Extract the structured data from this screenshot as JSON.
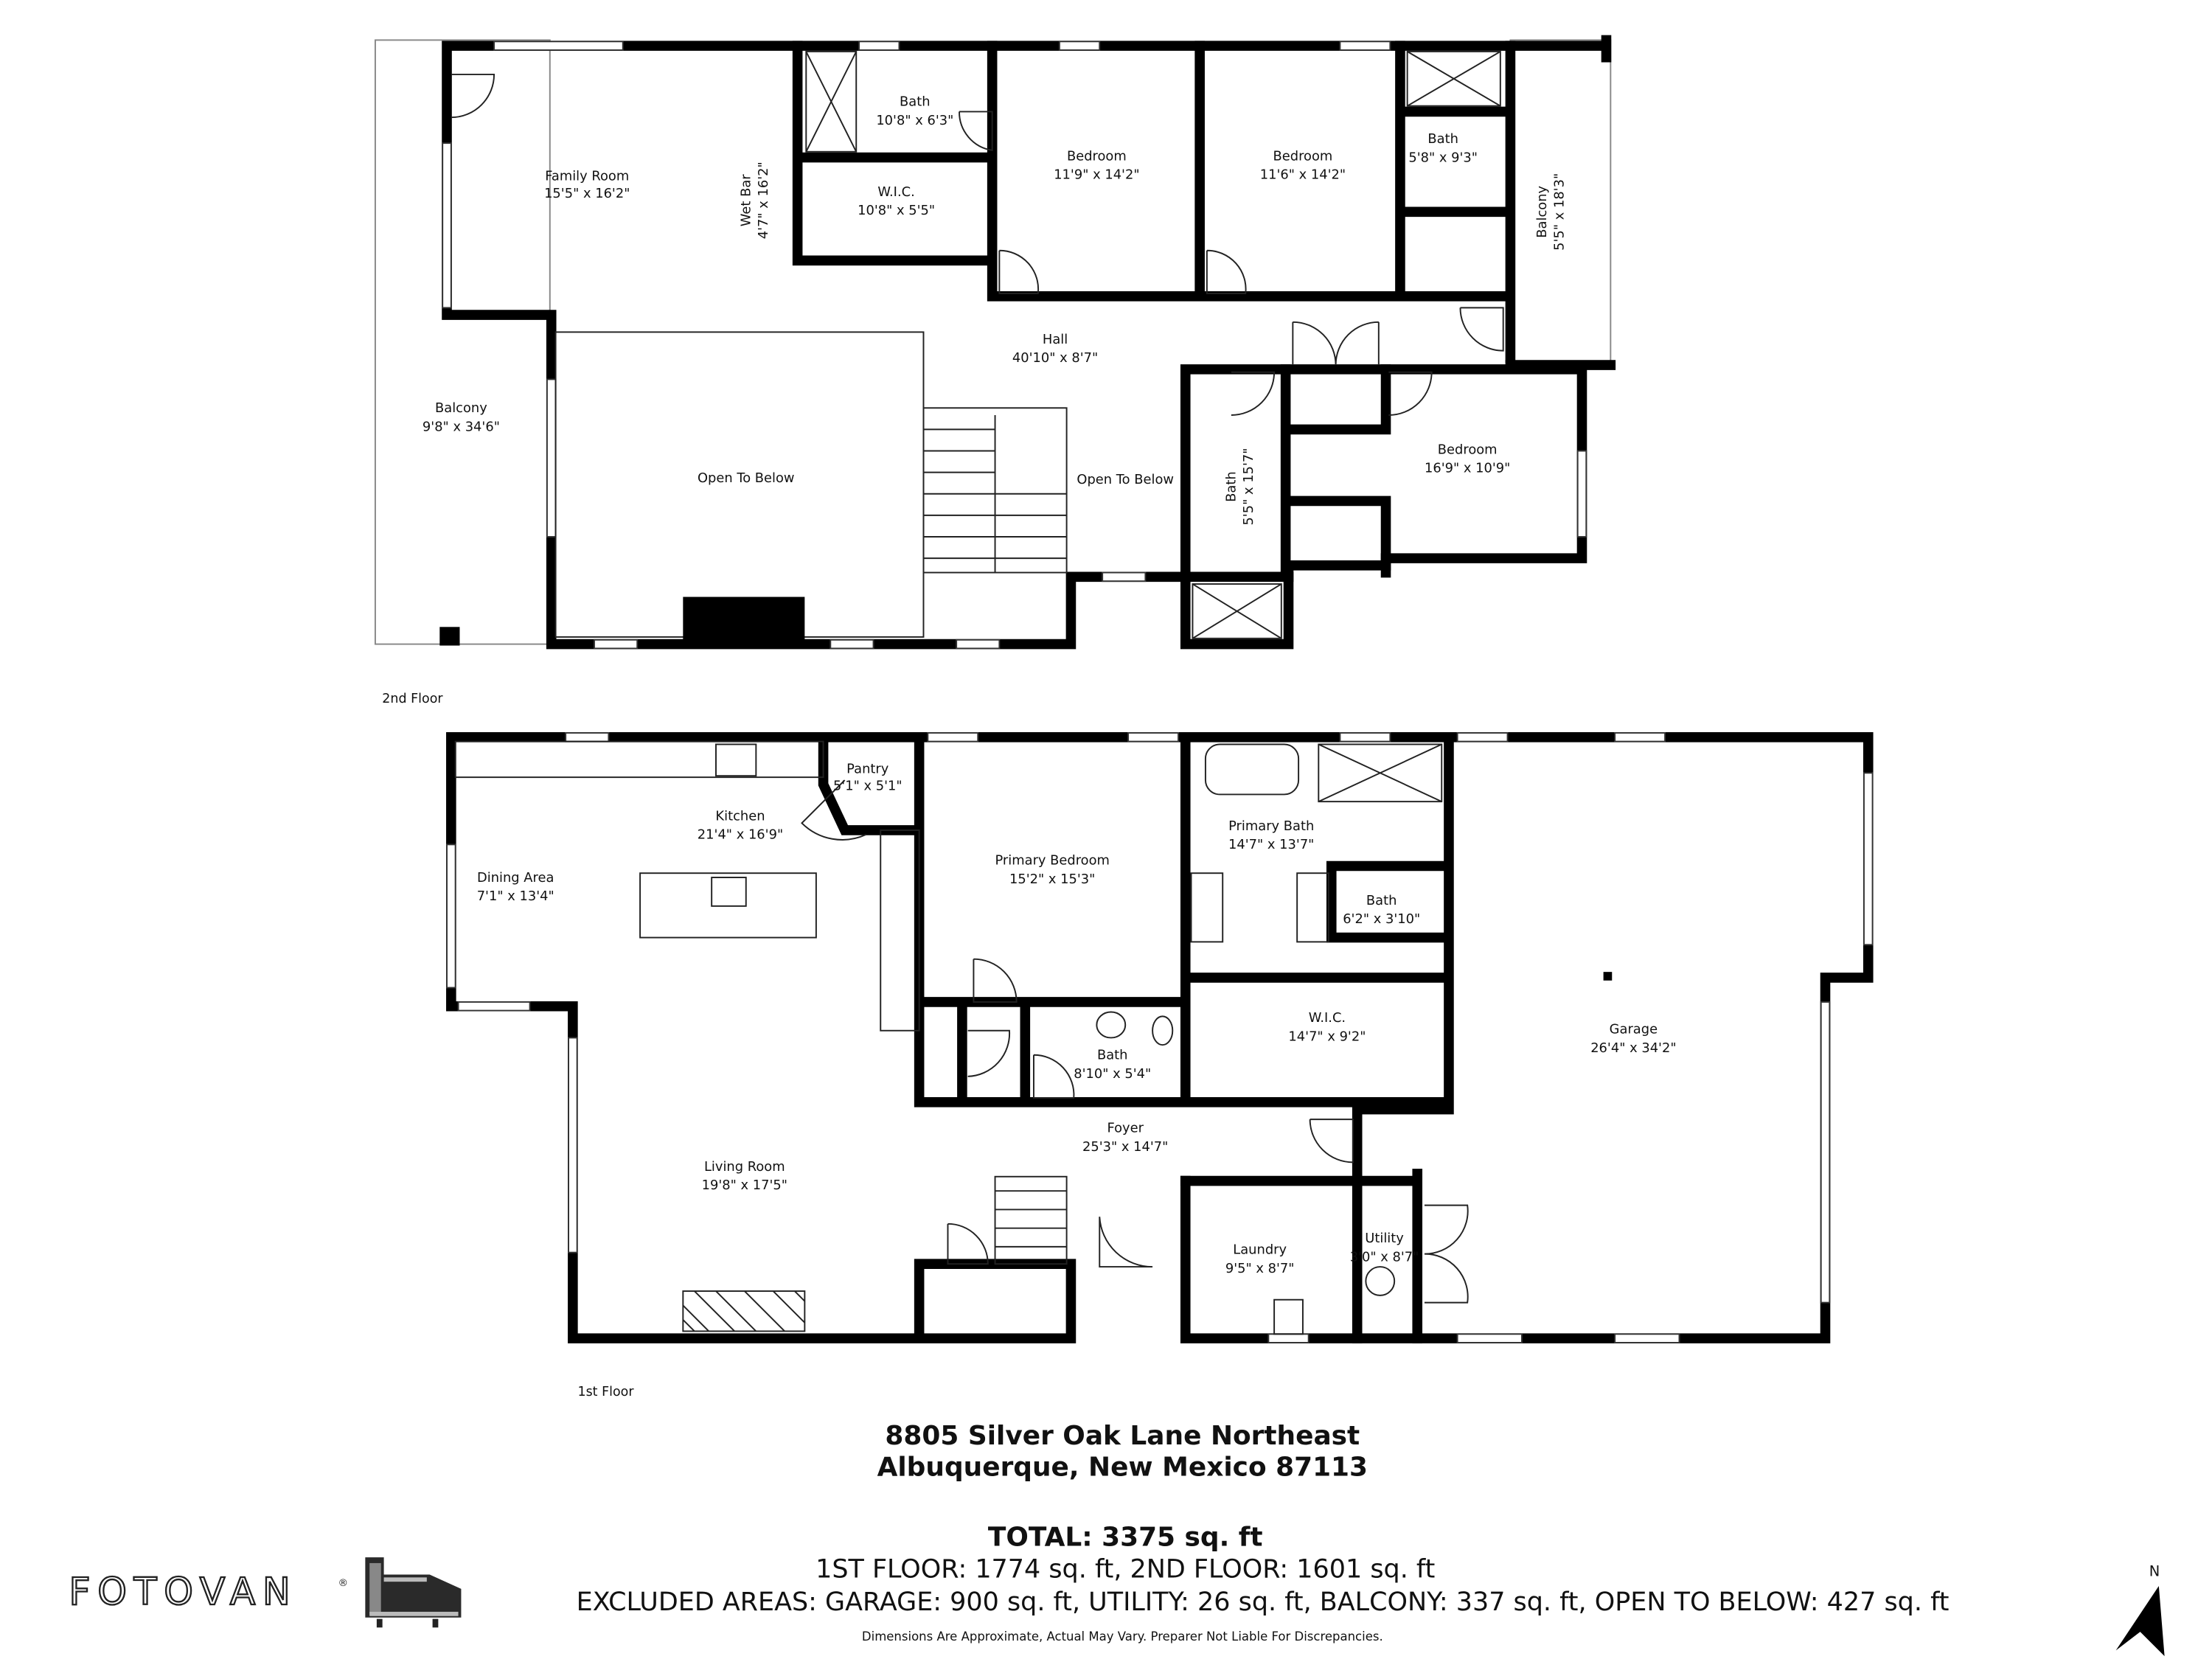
{
  "floors": {
    "second": {
      "label": "2nd Floor",
      "rooms": [
        {
          "name": "Family Room",
          "dims": "15'5\" x 16'2\""
        },
        {
          "name": "Wet Bar",
          "dims": "4'7\" x 16'2\""
        },
        {
          "name": "Bath",
          "dims": "10'8\" x 6'3\""
        },
        {
          "name": "W.I.C.",
          "dims": "10'8\" x 5'5\""
        },
        {
          "name": "Bedroom",
          "dims": "11'9\" x 14'2\""
        },
        {
          "name": "Bedroom",
          "dims": "11'6\" x 14'2\""
        },
        {
          "name": "Bath",
          "dims": "5'8\" x 9'3\""
        },
        {
          "name": "Balcony",
          "dims": "5'5\" x 18'3\""
        },
        {
          "name": "Hall",
          "dims": "40'10\" x 8'7\""
        },
        {
          "name": "Balcony",
          "dims": "9'8\" x 34'6\""
        },
        {
          "name": "Open To Below",
          "dims": ""
        },
        {
          "name": "Open To Below",
          "dims": ""
        },
        {
          "name": "Bath",
          "dims": "5'5\" x 15'7\""
        },
        {
          "name": "Bedroom",
          "dims": "16'9\" x 10'9\""
        }
      ]
    },
    "first": {
      "label": "1st Floor",
      "rooms": [
        {
          "name": "Pantry",
          "dims": "5'1\" x 5'1\""
        },
        {
          "name": "Kitchen",
          "dims": "21'4\" x 16'9\""
        },
        {
          "name": "Dining Area",
          "dims": "7'1\" x 13'4\""
        },
        {
          "name": "Primary Bedroom",
          "dims": "15'2\" x 15'3\""
        },
        {
          "name": "Primary Bath",
          "dims": "14'7\" x 13'7\""
        },
        {
          "name": "Bath",
          "dims": "6'2\" x 3'10\""
        },
        {
          "name": "W.I.C.",
          "dims": "14'7\" x 9'2\""
        },
        {
          "name": "Bath",
          "dims": "8'10\" x 5'4\""
        },
        {
          "name": "Garage",
          "dims": "26'4\" x 34'2\""
        },
        {
          "name": "Foyer",
          "dims": "25'3\" x 14'7\""
        },
        {
          "name": "Living Room",
          "dims": "19'8\" x 17'5\""
        },
        {
          "name": "Laundry",
          "dims": "9'5\" x 8'7\""
        },
        {
          "name": "Utility",
          "dims": "3'0\" x 8'7\""
        }
      ]
    }
  },
  "footer": {
    "address_line1": "8805 Silver Oak Lane Northeast",
    "address_line2": "Albuquerque, New Mexico 87113",
    "total": "TOTAL: 3375 sq. ft",
    "floors_area": "1ST FLOOR: 1774 sq. ft, 2ND FLOOR: 1601 sq. ft",
    "excluded": "EXCLUDED AREAS: GARAGE: 900 sq. ft, UTILITY: 26 sq. ft, BALCONY: 337 sq. ft, OPEN TO BELOW: 427 sq. ft",
    "disclaimer": "Dimensions Are Approximate, Actual May Vary. Preparer Not Liable For Discrepancies."
  },
  "brand": {
    "logo_text": "FOTOVAN",
    "registered": "®"
  },
  "compass": {
    "label": "N",
    "icon": "north-arrow-icon"
  },
  "colors": {
    "walls": "#000000",
    "background": "#ffffff"
  }
}
